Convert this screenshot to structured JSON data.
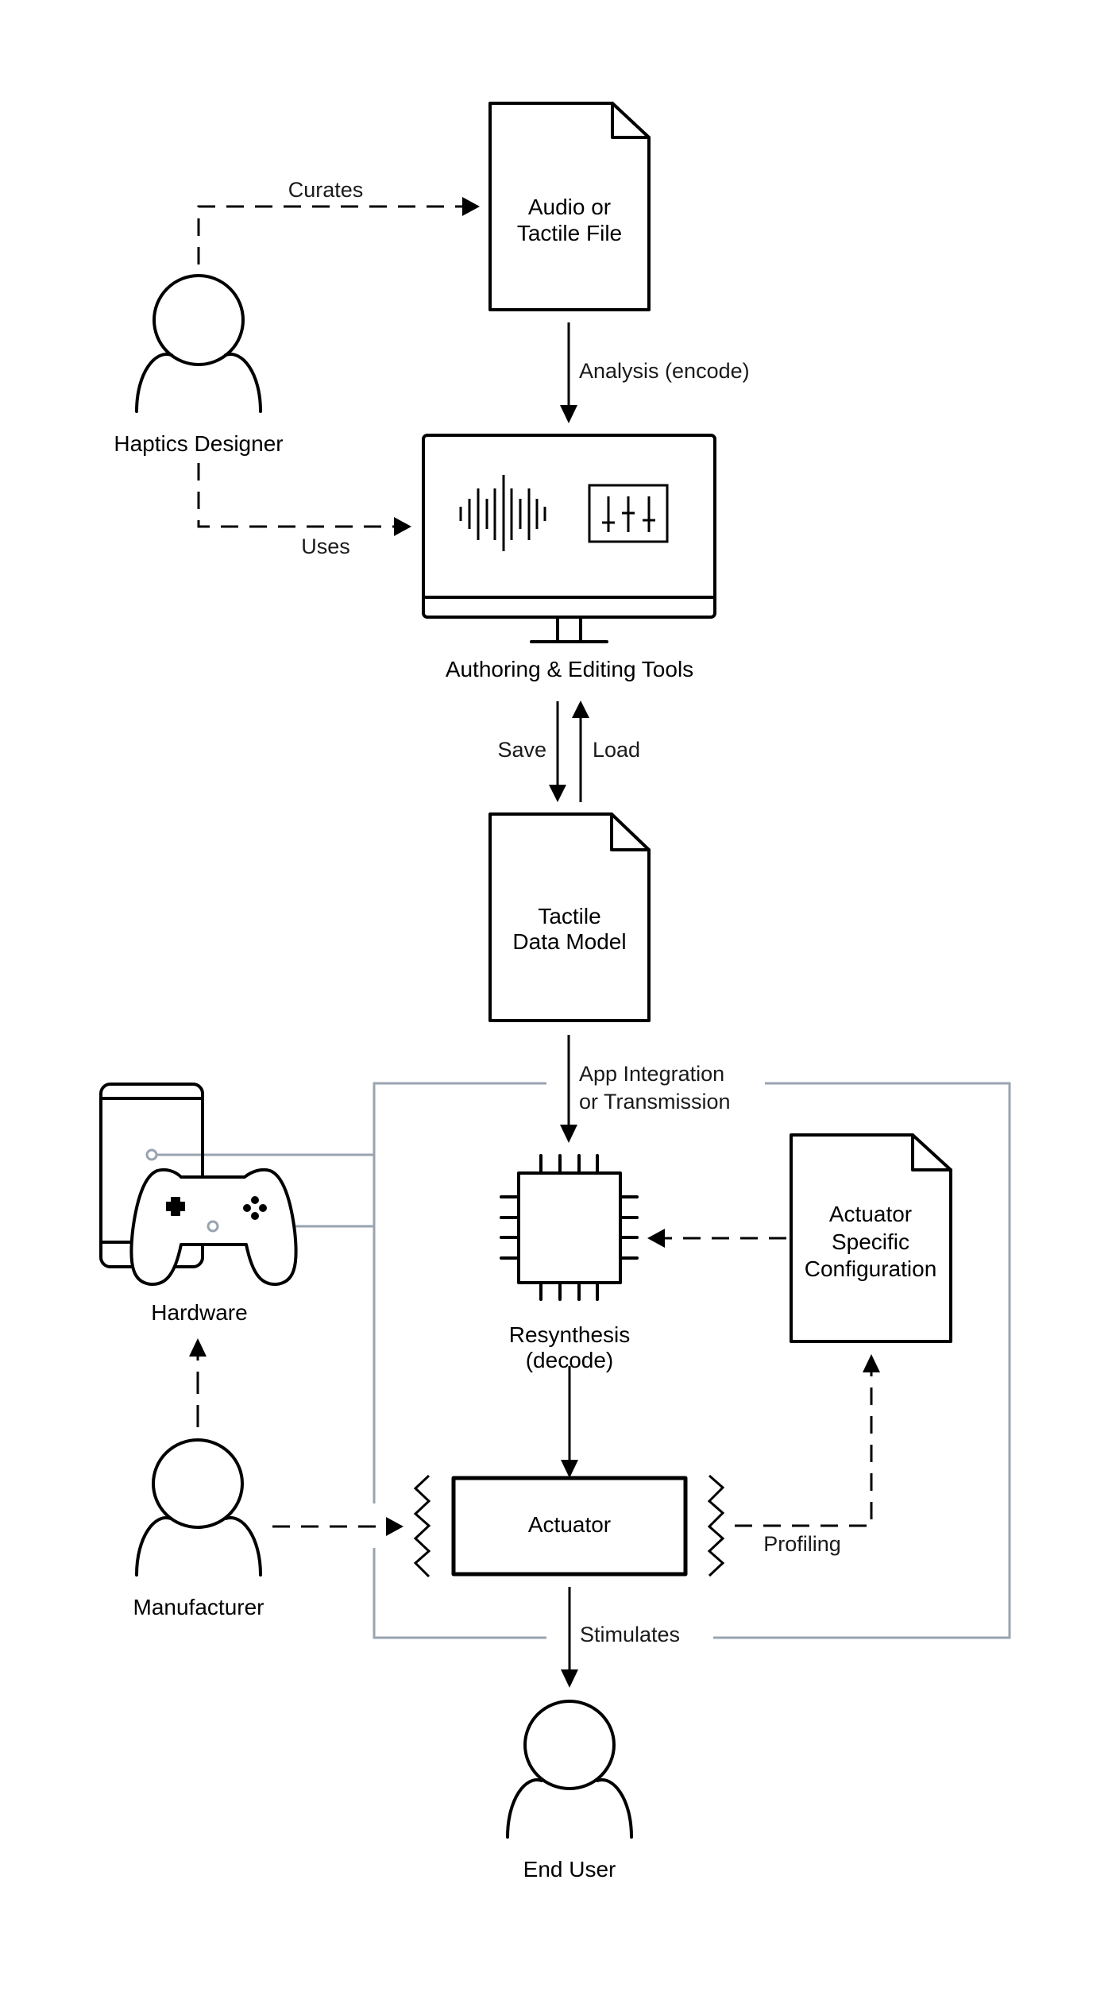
{
  "diagram": {
    "nodes": {
      "haptics_designer": "Haptics Designer",
      "audio_file_line1": "Audio or",
      "audio_file_line2": "Tactile File",
      "authoring_tools": "Authoring & Editing Tools",
      "tactile_model_line1": "Tactile",
      "tactile_model_line2": "Data Model",
      "hardware": "Hardware",
      "resynthesis_line1": "Resynthesis",
      "resynthesis_line2": "(decode)",
      "actuator_config_line1": "Actuator",
      "actuator_config_line2": "Specific",
      "actuator_config_line3": "Configuration",
      "actuator": "Actuator",
      "manufacturer": "Manufacturer",
      "end_user": "End User"
    },
    "edges": {
      "curates": "Curates",
      "uses": "Uses",
      "analysis": "Analysis (encode)",
      "save": "Save",
      "load": "Load",
      "app_integration_line1": "App Integration",
      "app_integration_line2": "or Transmission",
      "profiling": "Profiling",
      "stimulates": "Stimulates"
    },
    "icons": [
      "person-icon",
      "document-icon",
      "monitor-icon",
      "waveform-icon",
      "sliders-icon",
      "chip-icon",
      "phone-icon",
      "gamepad-icon",
      "vibration-icon"
    ],
    "colors": {
      "ink": "#000000",
      "frame": "#98a4b0",
      "background": "#ffffff"
    }
  }
}
